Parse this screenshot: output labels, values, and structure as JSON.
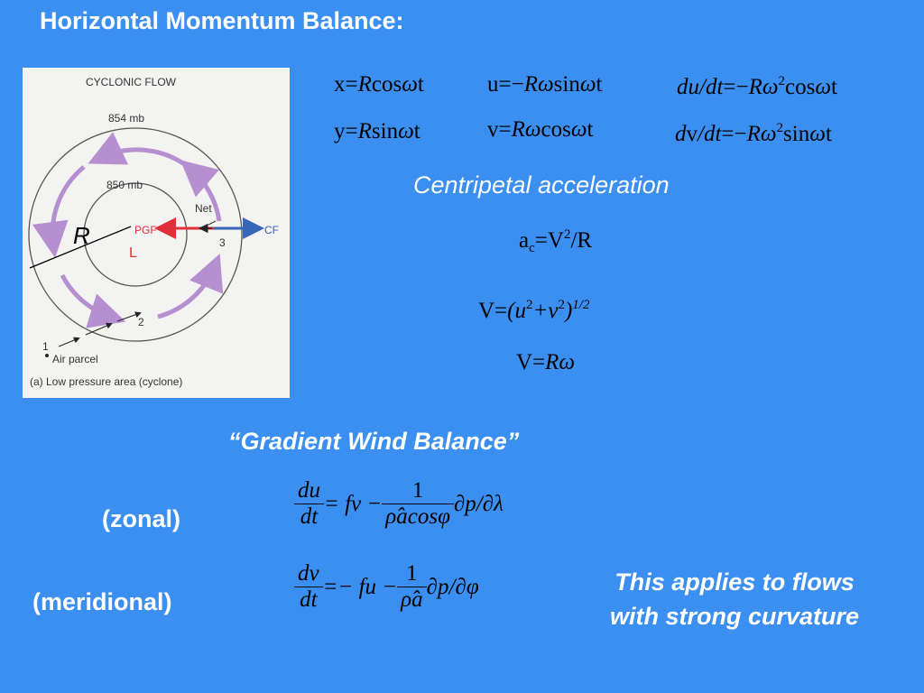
{
  "title": "Horizontal Momentum Balance:",
  "diagram": {
    "heading": "CYCLONIC FLOW",
    "outer_isobar": "854 mb",
    "inner_isobar": "850 mb",
    "net_label": "Net",
    "pgf_label": "PGF",
    "cf_label": "CF",
    "low_label": "L",
    "radius_label": "R",
    "point_1": "1",
    "point_2": "2",
    "point_3": "3",
    "air_parcel": "Air parcel",
    "caption": "(a) Low pressure area (cyclone)",
    "colors": {
      "arrows": "#b58fd0",
      "pgf": "#e0303a",
      "cf": "#3566b8",
      "isobar": "#555555"
    }
  },
  "equations": {
    "x": {
      "lhs": "x",
      "op": "=",
      "r": "R",
      "fn": "cos",
      "w": "ω",
      "t": "t"
    },
    "u": {
      "lhs": "u",
      "op": "=−",
      "r": "R",
      "w": "ω",
      "fn": "sin",
      "w2": "ω",
      "t": "t"
    },
    "dudt": {
      "lhs": "du/dt",
      "op": "=−",
      "r": "R",
      "w": "ω",
      "exp": "2",
      "fn": "cos",
      "w2": "ω",
      "t": "t"
    },
    "y": {
      "lhs": "y",
      "op": "=",
      "r": "R",
      "fn": "sin",
      "w": "ω",
      "t": "t"
    },
    "v": {
      "lhs": "v",
      "op": "=",
      "r": "R",
      "w": "ω",
      "fn": "cos",
      "w2": "ω",
      "t": "t"
    },
    "dvdt": {
      "lhs_d": "d",
      "lhs_v": "v",
      "lhs_rest": "/dt",
      "op": "=−",
      "r": "R",
      "w": "ω",
      "exp": "2",
      "fn": "sin",
      "w2": "ω",
      "t": "t"
    }
  },
  "centripetal": {
    "label": "Centripetal acceleration",
    "ac_a": "a",
    "ac_sub": "c",
    "ac_eq": "=V",
    "ac_exp": "2",
    "ac_rest": "/R",
    "vmag_lhs": "V=",
    "vmag_open": "(u",
    "vmag_exp1": "2",
    "vmag_plus": "+v",
    "vmag_exp2": "2",
    "vmag_close": ")",
    "vmag_exp3": "1/2",
    "vr_lhs": "V=",
    "vr_rhs": "Rω"
  },
  "gradient_wind": {
    "title": "“Gradient Wind Balance”",
    "zonal_label": "(zonal)",
    "meridional_label": "(meridional)",
    "zonal": {
      "num": "du",
      "den": "dt",
      "eq": "= fv −",
      "num2": "1",
      "den2": "ρ̂acosφ",
      "tail": "∂p/∂λ"
    },
    "meridional": {
      "num": "dv",
      "den": "dt",
      "eq": "=− fu −",
      "num2": "1",
      "den2": "ρ̂a",
      "tail": "∂p/∂φ"
    }
  },
  "note": {
    "line1": "This applies to flows",
    "line2": "with strong curvature"
  }
}
